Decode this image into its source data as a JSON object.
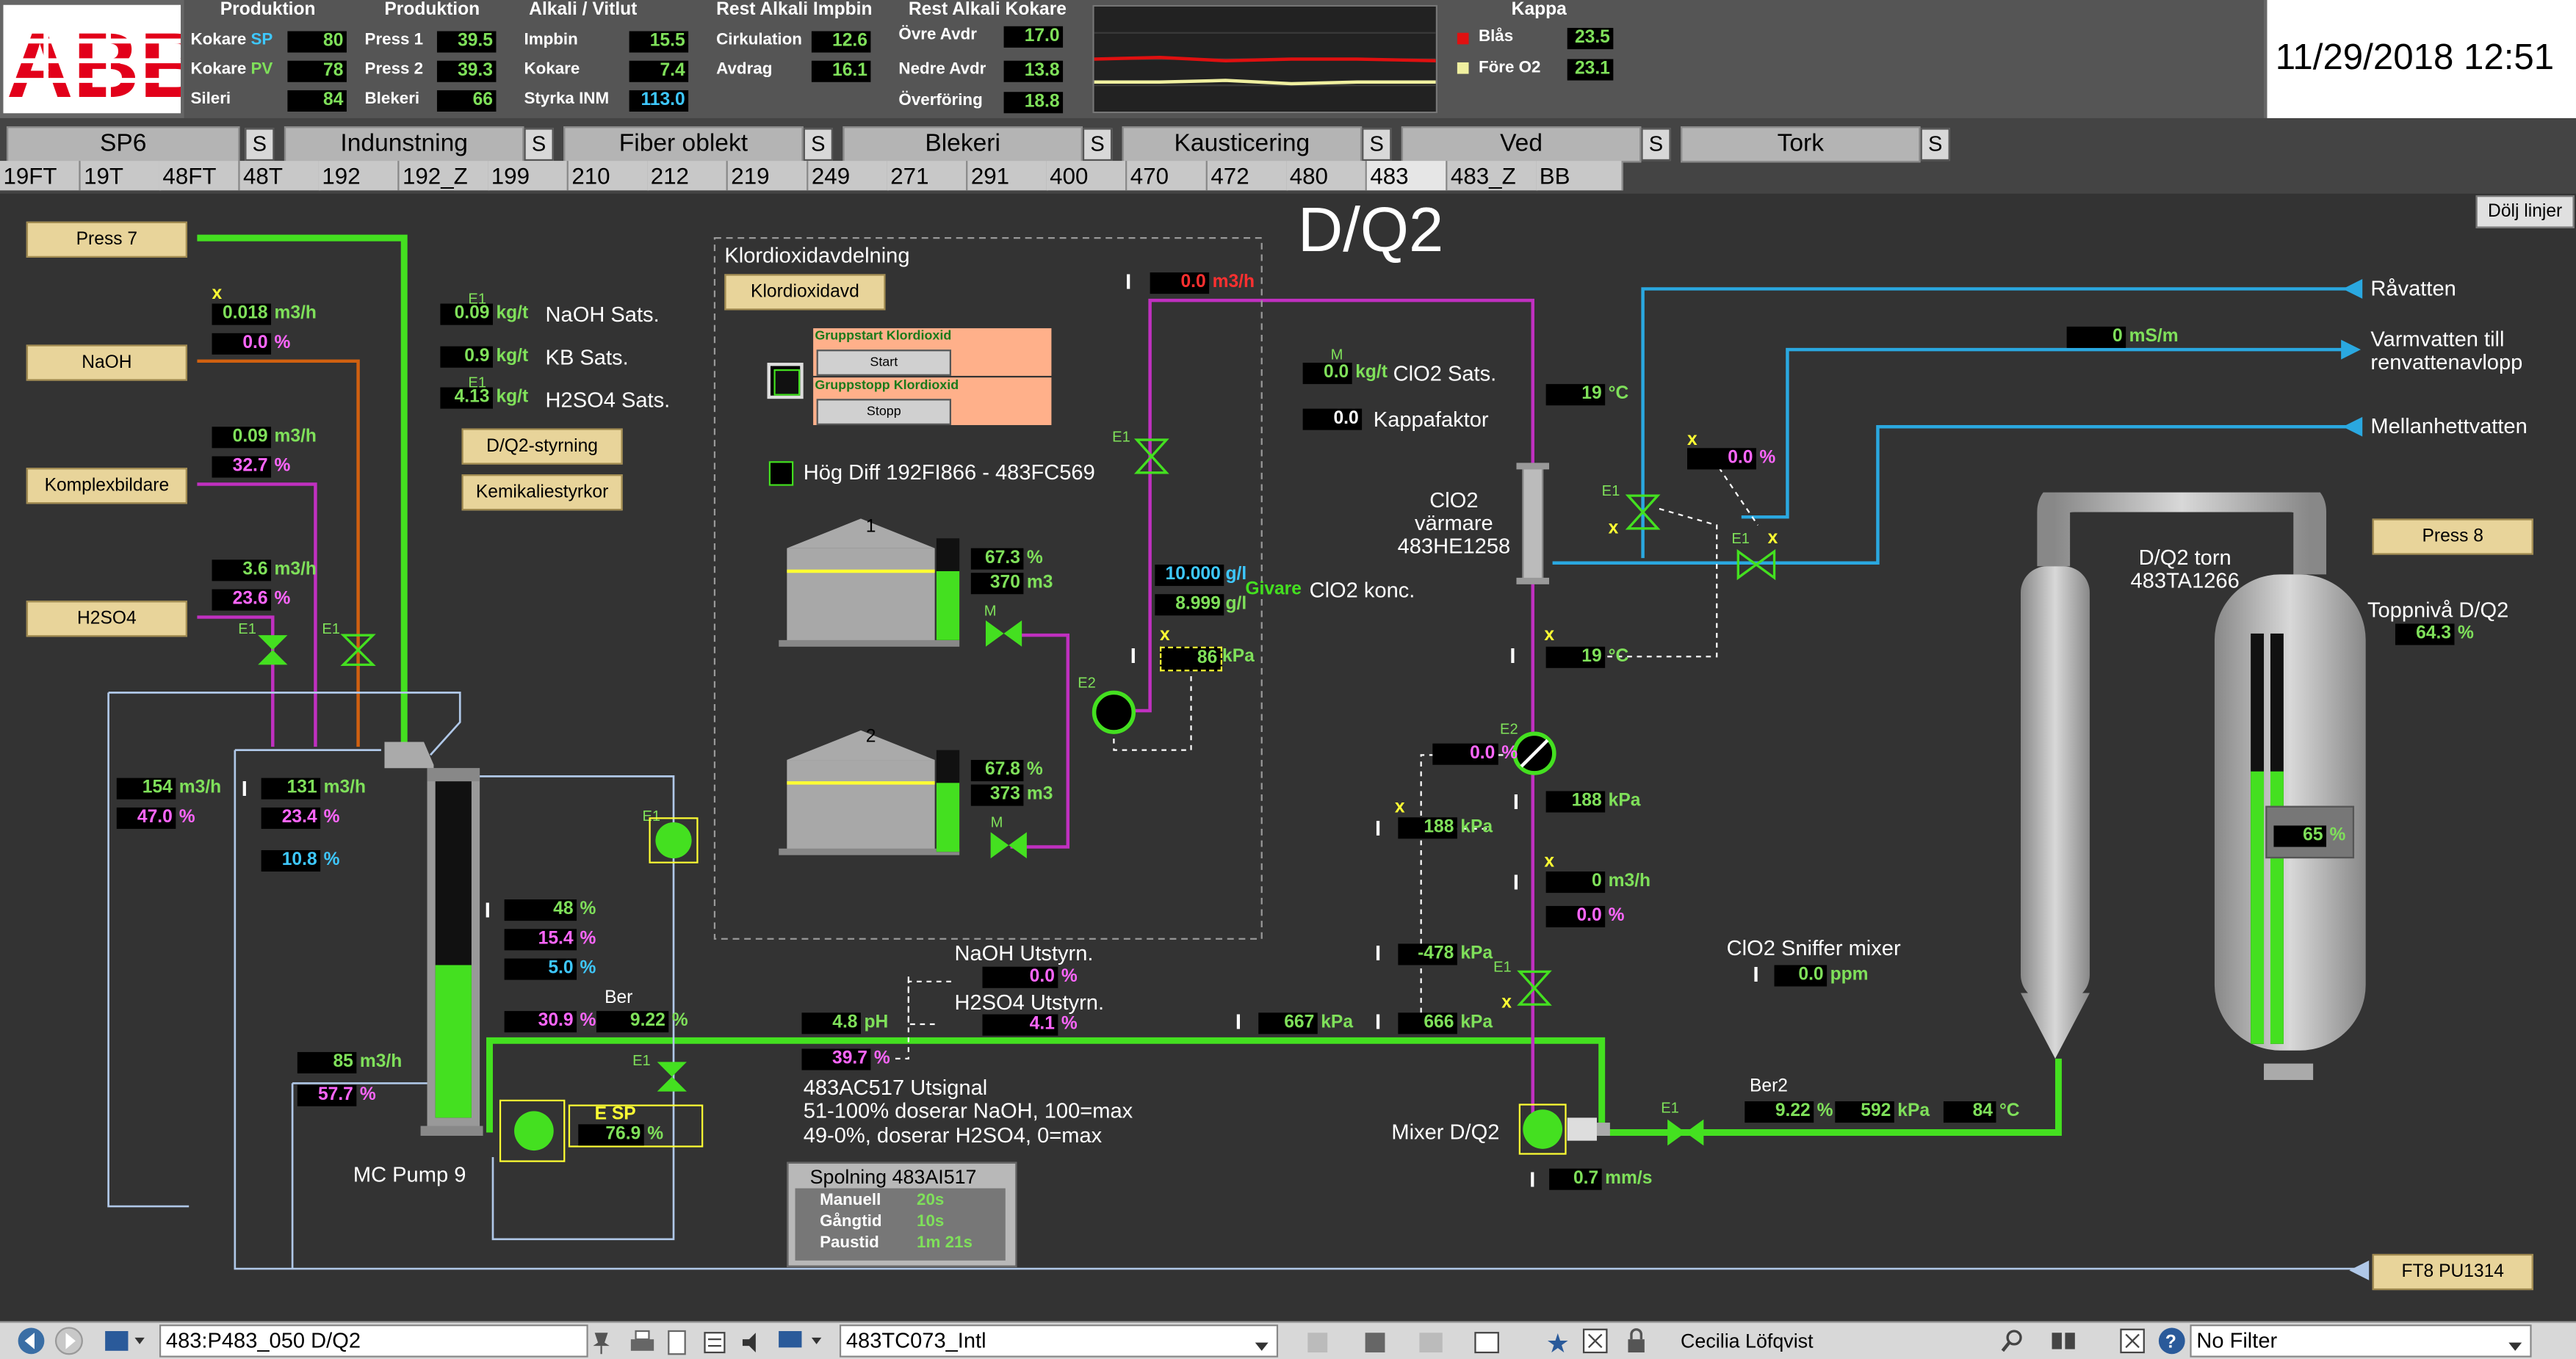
{
  "header": {
    "datetime": "11/29/2018 12:51",
    "produktion1": {
      "title": "Produktion",
      "rows": [
        {
          "label": "Kokare",
          "suffix": "SP",
          "value": "80"
        },
        {
          "label": "Kokare",
          "suffix": "PV",
          "value": "78"
        },
        {
          "label": "Sileri",
          "suffix": "",
          "value": "84"
        }
      ]
    },
    "produktion2": {
      "title": "Produktion",
      "rows": [
        {
          "label": "Press 1",
          "value": "39.5"
        },
        {
          "label": "Press 2",
          "value": "39.3"
        },
        {
          "label": "Blekeri",
          "value": "66"
        }
      ]
    },
    "alkali": {
      "title": "Alkali / Vitlut",
      "rows": [
        {
          "label": "Impbin",
          "value": "15.5"
        },
        {
          "label": "Kokare",
          "value": "7.4"
        },
        {
          "label": "Styrka INM",
          "value": "113.0"
        }
      ]
    },
    "rest_impbin": {
      "title": "Rest Alkali Impbin",
      "rows": [
        {
          "label": "Cirkulation",
          "value": "12.6"
        },
        {
          "label": "Avdrag",
          "value": "16.1"
        }
      ]
    },
    "rest_kokare": {
      "title": "Rest Alkali Kokare",
      "rows": [
        {
          "label": "Övre Avdr",
          "value": "17.0"
        },
        {
          "label": "Nedre Avdr",
          "value": "13.8"
        },
        {
          "label": "Överföring",
          "value": "18.8"
        }
      ]
    },
    "kappa": {
      "title": "Kappa",
      "rows": [
        {
          "label": "Blås",
          "value": "23.5",
          "color": "#e01010"
        },
        {
          "label": "Före O2",
          "value": "23.1",
          "color": "#f0f0a0"
        }
      ]
    }
  },
  "nav_tabs": [
    {
      "label": "SP6",
      "s": "S"
    },
    {
      "label": "Indunstning",
      "s": "S"
    },
    {
      "label": "Fiber oblekt",
      "s": "S"
    },
    {
      "label": "Blekeri",
      "s": "S"
    },
    {
      "label": "Kausticering",
      "s": "S"
    },
    {
      "label": "Ved",
      "s": "S"
    },
    {
      "label": "Tork",
      "s": "S"
    }
  ],
  "sub_tabs": [
    "19FT",
    "19T",
    "48FT",
    "48T",
    "192",
    "192_Z",
    "199",
    "210",
    "212",
    "219",
    "249",
    "271",
    "291",
    "400",
    "470",
    "472",
    "480",
    "483",
    "483_Z",
    "BB"
  ],
  "page_title": "D/Q2",
  "hide_lines_button": "Dölj linjer",
  "left": {
    "press7": "Press 7",
    "naoh": "NaOH",
    "komplex": "Komplexbildare",
    "h2so4": "H2SO4",
    "naoh_flow": "0.018",
    "naoh_pct": "0.0",
    "komplex_flow": "0.09",
    "komplex_pct": "32.7",
    "h2so4_flow": "3.6",
    "h2so4_pct": "23.6",
    "sats_naoh_val": "0.09",
    "sats_naoh_label": "NaOH Sats.",
    "sats_kb_val": "0.9",
    "sats_kb_label": "KB Sats.",
    "sats_h2so4_val": "4.13",
    "sats_h2so4_label": "H2SO4 Sats.",
    "btn_styrning": "D/Q2-styrning",
    "btn_kemikalie": "Kemikaliestyrkor",
    "flow154": "154",
    "pct47": "47.0",
    "flow131": "131",
    "pct234": "23.4",
    "pct108": "10.8",
    "lvl48": "48",
    "lvl154": "15.4",
    "lvl50": "5.0",
    "pct309": "30.9",
    "ber_label": "Ber",
    "ber_val": "9.22",
    "flow85": "85",
    "pct577": "57.7",
    "esp_label": "E SP",
    "esp_val": "76.9",
    "pump_label": "MC Pump 9"
  },
  "klor": {
    "title": "Klordioxidavdelning",
    "btn": "Klordioxidavd",
    "start_title": "Gruppstart Klordioxid",
    "start_btn": "Start",
    "stop_title": "Gruppstopp Klordioxid",
    "stop_btn": "Stopp",
    "hogdiff": "Hög Diff 192FI866 - 483FC569",
    "tank1_num": "1",
    "tank1_pct": "67.3",
    "tank1_vol": "370",
    "tank2_num": "2",
    "tank2_pct": "67.8",
    "tank2_vol": "373"
  },
  "center": {
    "clo2_flow": "0.0",
    "konc1": "10.000",
    "konc2": "8.999",
    "givare": "Givare",
    "konc_label": "ClO2 konc.",
    "kpa86": "86",
    "sats_val": "0.0",
    "sats_label": "ClO2 Sats.",
    "kappa_val": "0.0",
    "kappa_label": "Kappafaktor",
    "naoh_utstyrn": "NaOH Utstyrn.",
    "naoh_utstyrn_val": "0.0",
    "h2so4_utstyrn": "H2SO4 Utstyrn.",
    "h2so4_utstyrn_val": "4.1",
    "ph": "4.8",
    "pct397": "39.7",
    "ac_title": "483AC517 Utsignal",
    "ac_line1": "51-100% doserar NaOH, 100=max",
    "ac_line2": "49-0%, doserar H2SO4, 0=max",
    "spol_title": "Spolning 483AI517",
    "spol_rows": [
      {
        "label": "Manuell",
        "value": "20s"
      },
      {
        "label": "Gångtid",
        "value": "10s"
      },
      {
        "label": "Paustid",
        "value": "1m 21s"
      }
    ],
    "kpa667": "667"
  },
  "right": {
    "ravatten": "Råvatten",
    "varmvatten": "Varmvatten till renvattenavlopp",
    "varm_val": "0",
    "mellan": "Mellanhettvatten",
    "temp19a": "19",
    "temp19b": "19",
    "pct00a": "0.0",
    "varmare_label": "ClO2 värmare 483HE1258",
    "pct00b": "0.0",
    "kpa188a": "188",
    "kpa188b": "188",
    "flow0": "0",
    "pct00c": "0.0",
    "kpa478": "-478",
    "kpa666": "666",
    "sniffer_label": "ClO2 Sniffer mixer",
    "sniffer_val": "0.0",
    "mixer_label": "Mixer D/Q2",
    "speed": "0.7",
    "ber2_label": "Ber2",
    "ber2_val": "9.22",
    "kpa592": "592",
    "temp84": "84",
    "tower_label": "D/Q2 torn 483TA1266",
    "press8": "Press 8",
    "topp_label": "Toppnivå D/Q2",
    "topp_val": "64.3",
    "level65": "65",
    "ftb": "FT8 PU1314"
  },
  "bottom": {
    "addr": "483:P483_050 D/Q2",
    "search": "483TC073_Intl",
    "user": "Cecilia Löfqvist",
    "filter": "No Filter"
  },
  "colors": {
    "green": "#7fe05a",
    "magenta": "#ff66ff",
    "pipe_green": "#44e020",
    "pipe_magenta": "#c030c0",
    "pipe_blue": "#2aa8e0",
    "bg": "#333333"
  }
}
